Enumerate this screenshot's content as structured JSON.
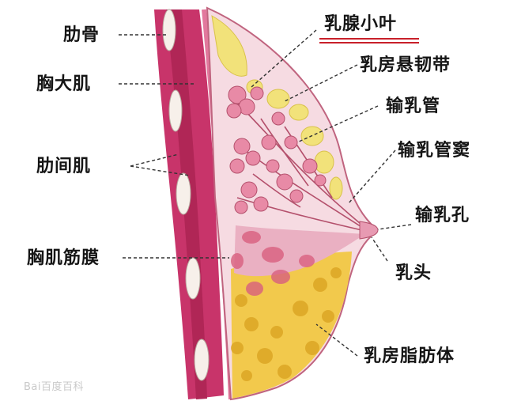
{
  "labels": {
    "rib": "肋骨",
    "pectoralis_major": "胸大肌",
    "intercostal": "肋间肌",
    "pectoral_fascia": "胸肌筋膜",
    "lobule": "乳腺小叶",
    "suspensory_ligament": "乳房悬韧带",
    "lactiferous_duct": "输乳管",
    "lactiferous_sinus": "输乳管窦",
    "duct_opening": "输乳孔",
    "nipple": "乳头",
    "fat_body": "乳房脂肪体"
  },
  "watermark": "Bai百度百科",
  "colors": {
    "muscle": "#c8346a",
    "muscle_light": "#e9a3bd",
    "gland": "#ea9bb4",
    "fat": "#f2c94c",
    "fat_dark": "#d9a21f",
    "skin": "#f6dbe2",
    "accent_underline": "#c8202a"
  }
}
